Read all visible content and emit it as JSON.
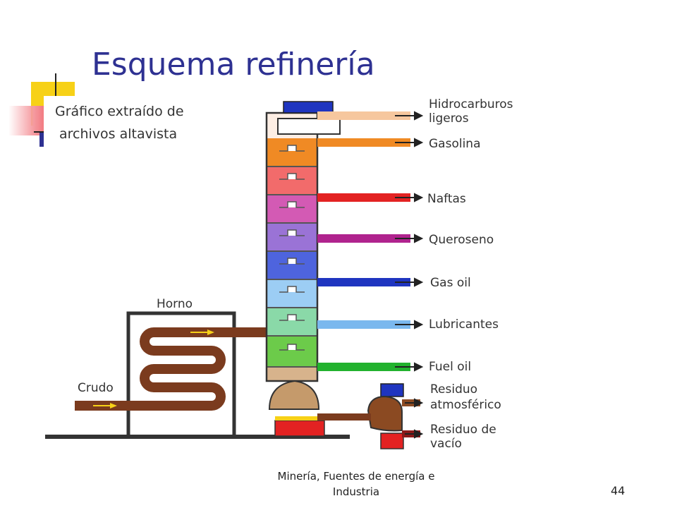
{
  "slide": {
    "title": "Esquema refinería",
    "footer_line1": "Minería, Fuentes de energía e",
    "footer_line2": "Industria",
    "page_number": "44"
  },
  "colors": {
    "title": "#2E3192",
    "accent_yellow": "#F7D117",
    "accent_red": "#E8202A",
    "accent_blue": "#2E3192",
    "pipe_brown": "#7B3B1E",
    "tower_outline": "#333333"
  },
  "diagram": {
    "caption_line1": "Gráfico extraído de",
    "caption_line2": "archivos altavista",
    "furnace_label": "Horno",
    "crude_label": "Crudo",
    "products": [
      {
        "line1": "Hidrocarburos",
        "line2": "ligeros",
        "color": "#F6C79E"
      },
      {
        "line1": "Gasolina",
        "line2": "",
        "color": "#F08A24"
      },
      {
        "line1": "Naftas",
        "line2": "",
        "color": "#E32222"
      },
      {
        "line1": "Queroseno",
        "line2": "",
        "color": "#B0238E"
      },
      {
        "line1": "Gas oil",
        "line2": "",
        "color": "#1F35C0"
      },
      {
        "line1": "Lubricantes",
        "line2": "",
        "color": "#7AB8EE"
      },
      {
        "line1": "Fuel oil",
        "line2": "",
        "color": "#22B22E"
      },
      {
        "line1": "Residuo",
        "line2": "atmosférico",
        "color": "#8B4A22"
      },
      {
        "line1": "Residuo de",
        "line2": "vacío",
        "color": "#8B1A1A"
      }
    ]
  }
}
